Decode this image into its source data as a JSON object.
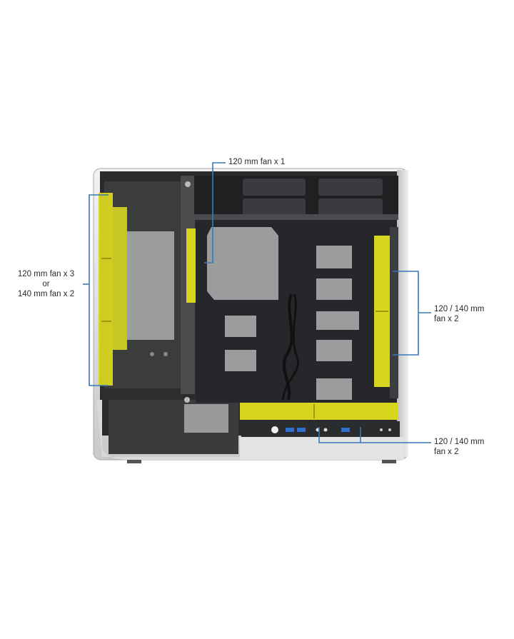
{
  "labels": {
    "left": [
      "120 mm fan x 3",
      "or",
      "140 mm fan x 2"
    ],
    "top": [
      "120 mm fan x 1"
    ],
    "right_middle": [
      "120 / 140 mm",
      "fan x 2"
    ],
    "right_bottom": [
      "120 / 140 mm",
      "fan x 2"
    ]
  },
  "colors": {
    "accent_fan": "#d8d51f",
    "callout_line": "#3a78b8",
    "chassis_dark": "#2a2b2d",
    "panel_grey": "#9a9c9e",
    "usb_blue": "#2f6fd0"
  },
  "icons": [
    "power-button-icon",
    "usb-port-icon",
    "audio-jack-icon"
  ]
}
